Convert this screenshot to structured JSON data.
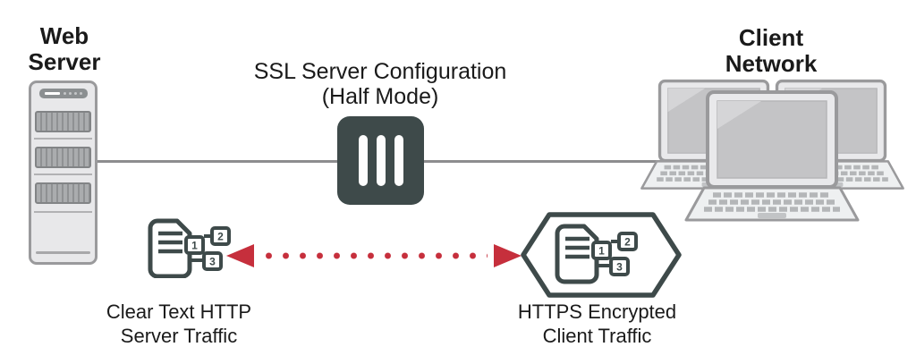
{
  "title": "SSL Server Configuration (Half Mode) network diagram",
  "labels": {
    "web_server": "Web\nServer",
    "ssl_config": "SSL Server Configuration\n(Half Mode)",
    "client_network": "Client\nNetwork",
    "clear_text_traffic": "Clear Text HTTP\nServer Traffic",
    "https_traffic": "HTTPS Encrypted\nClient Traffic"
  },
  "packet_icon": {
    "numbers": [
      "1",
      "2",
      "3"
    ]
  },
  "icons": {
    "web_server": "server-tower-icon",
    "ssl_appliance": "ssl-appliance-icon",
    "client_network": "laptop-icon (x3)",
    "clear_text": "document-packets-icon",
    "https": "hexagon-document-packets-icon",
    "traffic_flow": "dotted-double-arrow-icon"
  },
  "colors": {
    "background": "#ffffff",
    "outline_dark": "#3e4a4a",
    "link_line": "#8d8d8f",
    "arrow_red": "#c62f3c",
    "device_fill": "#e9e9eb",
    "device_border": "#9a9a9c",
    "screen_fill": "#c4c4c6"
  }
}
